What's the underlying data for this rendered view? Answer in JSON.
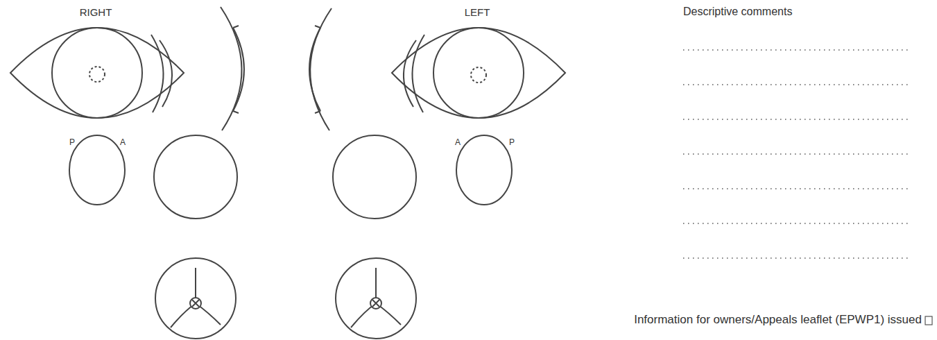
{
  "diagram": {
    "labels": [
      "RIGHT",
      "LEFT",
      "Descriptive comments",
      "P",
      "A",
      "A",
      "P",
      "Information for owners/Appeals leaflet (EPWP1) issued"
    ]
  }
}
